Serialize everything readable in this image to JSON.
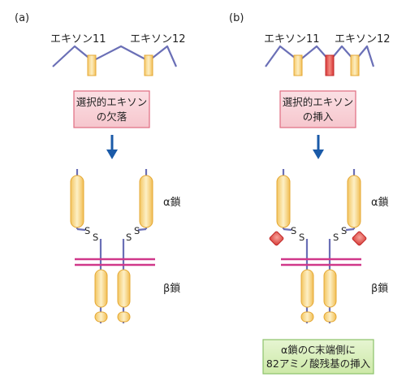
{
  "panel_a": {
    "tag": "(a)",
    "exon11": "エキソン11",
    "exon12": "エキソン12",
    "box_line1": "選択的エキソン",
    "box_line2": "の欠落",
    "alpha": "α鎖",
    "beta": "β鎖",
    "s": "S"
  },
  "panel_b": {
    "tag": "(b)",
    "exon11": "エキソン11",
    "exon12": "エキソン12",
    "box_line1": "選択的エキソン",
    "box_line2": "の挿入",
    "alpha": "α鎖",
    "beta": "β鎖",
    "s": "S",
    "note_line1": "α鎖のC末端側に",
    "note_line2": "82アミノ酸残基の挿入"
  },
  "colors": {
    "intron_line": "#6a6fb6",
    "exon_fill": "#fbe4a6",
    "exon_stroke": "#e5a834",
    "inserted_exon": "#e24a4a",
    "box_fill": "#f9d3d8",
    "box_stroke": "#e06c80",
    "arrow": "#1a5aa8",
    "membrane": "#d0388a",
    "note_fill": "#d8efb8",
    "note_stroke": "#8cc26a"
  }
}
